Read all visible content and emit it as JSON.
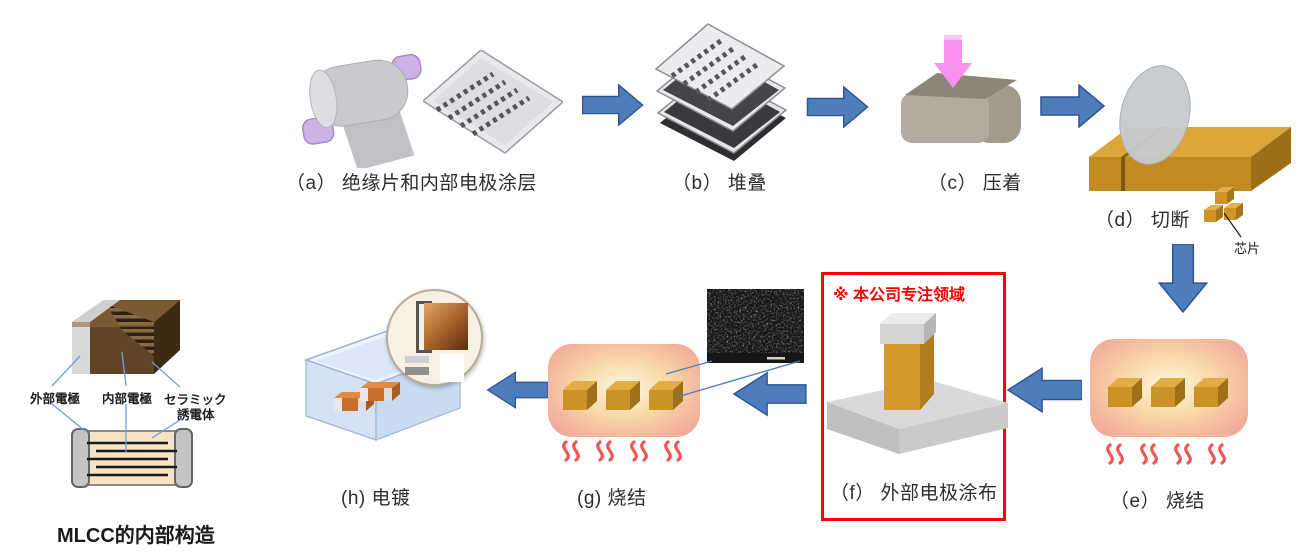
{
  "diagram": {
    "caption": "MLCC的内部构造",
    "electrode_labels": {
      "outer": "外部電極",
      "inner": "内部電極",
      "ceramic_line1": "セラミック",
      "ceramic_line2": "誘電体"
    },
    "steps": {
      "a": "（a） 绝缘片和内部电极涂层",
      "b": "（b） 堆叠",
      "c": "（c） 压着",
      "d": "（d） 切断",
      "e": "（e） 烧结",
      "f": "（f） 外部电极涂布",
      "g": "(g) 烧结",
      "h": "(h) 电镀"
    },
    "annotations": {
      "chip": "芯片",
      "focus": "※ 本公司专注领域"
    },
    "colors": {
      "arrow_blue": "#4F7CBB",
      "arrow_border": "#2F5496",
      "arrow_pink": "#FA90EF",
      "highlight_red": "#FE0000",
      "heat_red": "#F15555",
      "gold": "#D09327"
    }
  }
}
